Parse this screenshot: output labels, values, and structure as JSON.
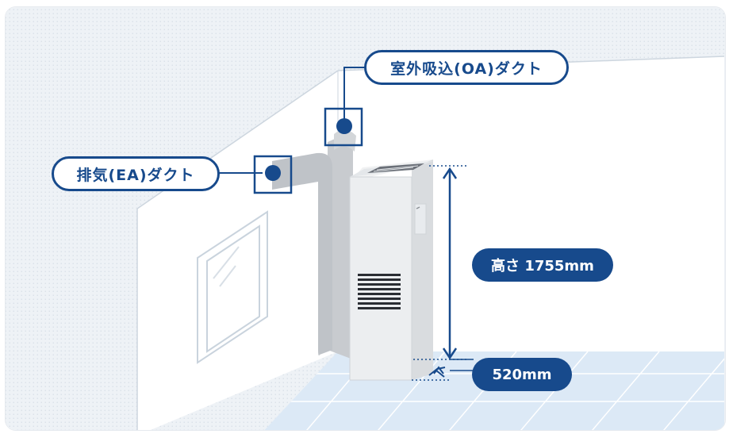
{
  "labels": {
    "oa_duct": "室外吸込(OA)ダクト",
    "ea_duct": "排気(EA)ダクト",
    "height": "高さ 1755mm",
    "depth": "520mm"
  },
  "colors": {
    "brand_blue": "#174a8c",
    "floor_blue": "#dce9f6",
    "duct_gray": "#c8cbcf",
    "unit_gray": "#eceef0"
  }
}
